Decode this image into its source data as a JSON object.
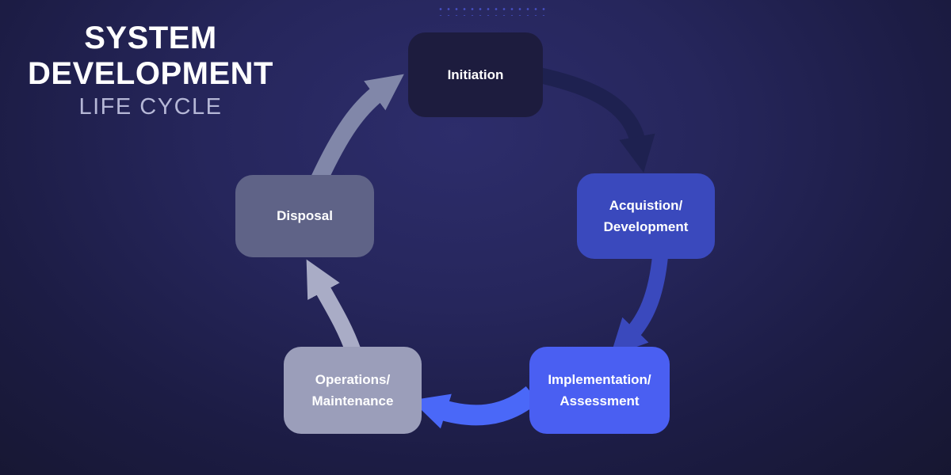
{
  "title": {
    "line1": "SYSTEM",
    "line2": "DEVELOPMENT",
    "subtitle": "LIFE CYCLE"
  },
  "colors": {
    "background_center": "#2d2d6b",
    "background_edge": "#161630",
    "title_text": "#ffffff",
    "subtitle_text": "#b5b7d6"
  },
  "diagram": {
    "type": "cycle",
    "nodes": [
      {
        "id": "initiation",
        "lines": [
          "Initiation"
        ],
        "fill": "#1d1c3e",
        "text_color": "#ffffff"
      },
      {
        "id": "acquisition-development",
        "lines": [
          "Acquistion/",
          "Development"
        ],
        "fill": "#3a49bd",
        "text_color": "#ffffff"
      },
      {
        "id": "implementation-assessment",
        "lines": [
          "Implementation/",
          "Assessment"
        ],
        "fill": "#4a5ff2",
        "text_color": "#ffffff"
      },
      {
        "id": "operations-maintenance",
        "lines": [
          "Operations/",
          "Maintenance"
        ],
        "fill": "#9b9eba",
        "text_color": "#ffffff"
      },
      {
        "id": "disposal",
        "lines": [
          "Disposal"
        ],
        "fill": "#5f6387",
        "text_color": "#ffffff"
      }
    ],
    "arrows": [
      {
        "from": "initiation",
        "to": "acquisition-development",
        "color": "#1e2150"
      },
      {
        "from": "acquisition-development",
        "to": "implementation-assessment",
        "color": "#3a49bd"
      },
      {
        "from": "implementation-assessment",
        "to": "operations-maintenance",
        "color": "#4a68f8"
      },
      {
        "from": "operations-maintenance",
        "to": "disposal",
        "color": "#a9acc6"
      },
      {
        "from": "disposal",
        "to": "initiation",
        "color": "#8187a9"
      }
    ]
  }
}
